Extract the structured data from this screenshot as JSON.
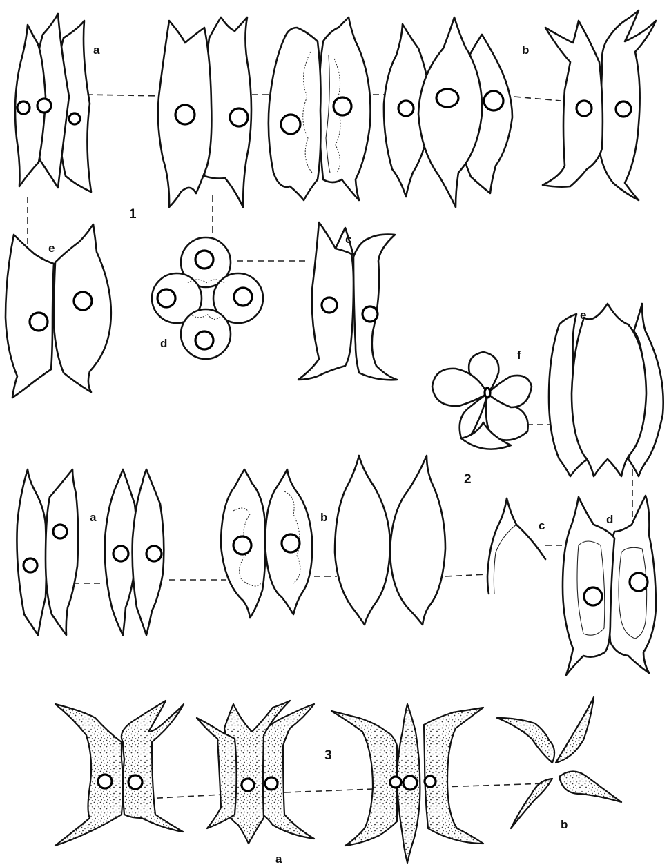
{
  "labels": {
    "fig1": {
      "number": "1",
      "a": "a",
      "b": "b",
      "c": "c",
      "d": "d",
      "e": "e"
    },
    "fig2": {
      "number": "2",
      "a": "a",
      "b": "b",
      "c": "c",
      "d": "d",
      "e": "e",
      "f": "f"
    },
    "fig3": {
      "number": "3",
      "a": "a",
      "b": "b"
    }
  },
  "colors": {
    "ink": "#111111",
    "paper": "#ffffff"
  }
}
